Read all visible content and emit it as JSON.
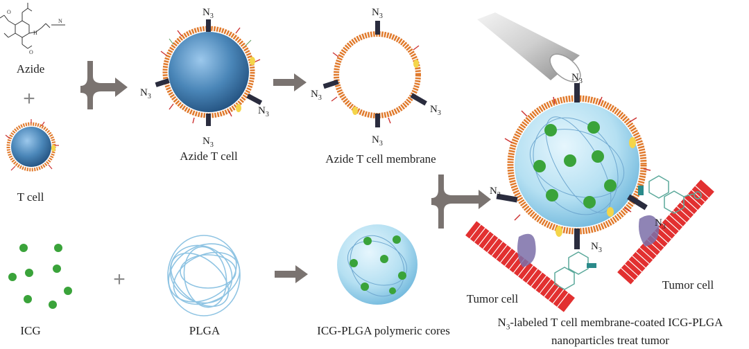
{
  "labels": {
    "azide": "Azide",
    "t_cell": "T cell",
    "azide_t_cell": "Azide T cell",
    "azide_t_cell_membrane": "Azide T cell membrane",
    "icg": "ICG",
    "plga": "PLGA",
    "icg_plga_cores": "ICG-PLGA polymeric cores",
    "tumor_cell_left": "Tumor cell",
    "tumor_cell_right": "Tumor cell",
    "n3": "N",
    "n3_sub": "3",
    "plus": "+"
  },
  "caption": {
    "line1_prefix": "N",
    "line1_sub": "3",
    "line1_rest": "-labeled T cell membrane-coated ICG-PLGA",
    "line2": "nanoparticles treat tumor"
  },
  "colors": {
    "membrane": "#e07a2c",
    "cell_core": "#4a86b8",
    "receptor": "#2a2c3e",
    "icg_green": "#3aa33a",
    "plga_blue": "#8fc4e3",
    "arrow_gray": "#7a7370",
    "tumor_red": "#e23030",
    "sphere_light": "#bfe3f3"
  }
}
